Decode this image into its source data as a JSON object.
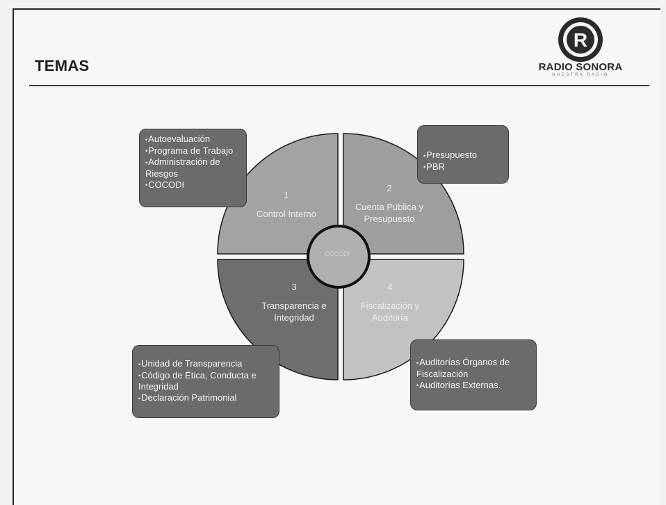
{
  "header": {
    "title": "TEMAS",
    "brand_name": "RADIO SONORA",
    "brand_tagline": "NUESTRA RADIO",
    "logo_letter": "R"
  },
  "diagram": {
    "center_label": "COCODI",
    "quadrants": [
      {
        "number": "1",
        "label": "Control Interno"
      },
      {
        "number": "2",
        "label": "Cuenta Pública y Presupuesto"
      },
      {
        "number": "3",
        "label": "Transparencia e Integridad"
      },
      {
        "number": "4",
        "label": "Fiscalización y Auditoría"
      }
    ],
    "boxes": {
      "top_left": [
        "Autoevaluación",
        "Programa de Trabajo",
        "Administración de Riesgos",
        "COCODI"
      ],
      "top_right": [
        "Presupuesto",
        "PBR"
      ],
      "bottom_left": [
        "Unidad de Transparencia",
        "Código de Ética, Conducta e Integridad",
        "Declaración Patrimonial"
      ],
      "bottom_right": [
        "Auditorías Órganos de Fiscalización",
        "Auditorías Externas."
      ]
    },
    "colors": {
      "q1": "#a3a3a3",
      "q2": "#9e9e9e",
      "q3": "#6e6e6e",
      "q4": "#c2c2c2",
      "box": "#6b6b6b",
      "center": "#b0b0b0",
      "outline": "#1a1a1a"
    }
  }
}
